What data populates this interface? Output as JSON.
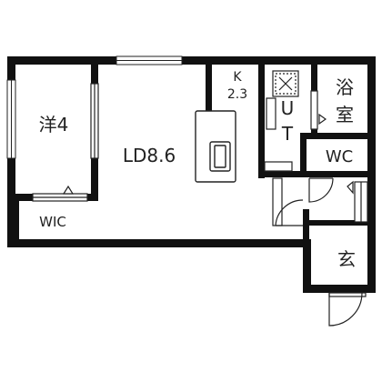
{
  "rooms": {
    "western_room": {
      "name": "洋",
      "size": "4"
    },
    "ldk": {
      "name": "LD",
      "size": "8.6"
    },
    "kitchen": {
      "name": "K",
      "size": "2.3"
    },
    "utility": {
      "line1": "U",
      "line2": "T"
    },
    "bath": {
      "line1": "浴",
      "line2": "室"
    },
    "toilet": {
      "name": "WC"
    },
    "closet": {
      "name": "WIC"
    },
    "entrance": {
      "name": "玄"
    }
  },
  "colors": {
    "wall": "#111111",
    "line": "#222222",
    "background": "#ffffff"
  }
}
